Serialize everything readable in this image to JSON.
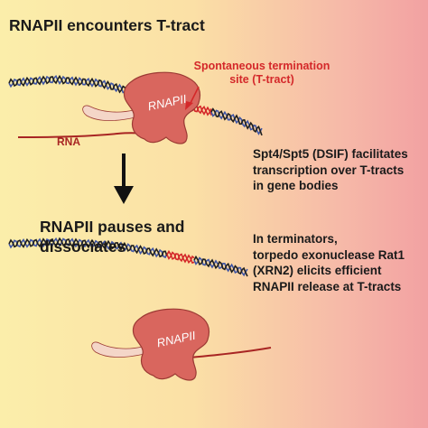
{
  "title": "RNAPII encounters T-tract",
  "termination_label": "Spontaneous termination\nsite (T-tract)",
  "rna_label": "RNA",
  "polymerase_label": "RNAPII",
  "outcome_title": "RNAPII pauses and\ndissociates",
  "dsif_text": "Spt4/Spt5 (DSIF) facilitates\ntranscription over T-tracts\nin gene bodies",
  "rat1_text": "In terminators,\ntorpedo exonuclease Rat1\n(XRN2) elicits efficient\nRNAPII release at T-tracts",
  "colors": {
    "dna_blue": "#3f55a4",
    "dna_black": "#1f1f1f",
    "t_tract": "#d4282a",
    "rna": "#a82523",
    "polymerase_fill": "#d9665e",
    "polymerase_stroke": "#9c3a34",
    "tail_fill": "#f4d6c8",
    "arrow": "#111111",
    "label_red": "#d4282a"
  }
}
